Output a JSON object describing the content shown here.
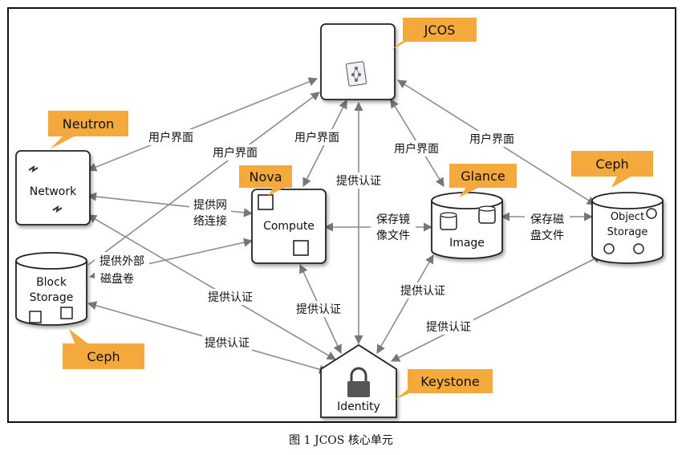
{
  "caption": "图 1  JCOS 核心单元",
  "nodes": {
    "jcos": {
      "tag": "JCOS",
      "label": ""
    },
    "network": {
      "tag": "Neutron",
      "label": "Network"
    },
    "compute": {
      "tag": "Nova",
      "label": "Compute"
    },
    "image": {
      "tag": "Glance",
      "label": "Image"
    },
    "object": {
      "tag": "Ceph",
      "label_line1": "Object",
      "label_line2": "Storage"
    },
    "block": {
      "tag": "Ceph",
      "label_line1": "Block",
      "label_line2": "Storage"
    },
    "identity": {
      "tag": "Keystone",
      "label": "Identity"
    }
  },
  "edge_labels": {
    "ui_network": "用户界面",
    "ui_block": "用户界面",
    "ui_compute": "用户界面",
    "ui_image": "用户界面",
    "ui_object": "用户界面",
    "auth_jcos": "提供认证",
    "net_conn_1": "提供网",
    "net_conn_2": "络连接",
    "img_store_1": "保存镜",
    "img_store_2": "像文件",
    "disk_store_1": "保存磁",
    "disk_store_2": "盘文件",
    "ext_disk_1": "提供外部",
    "ext_disk_2": "磁盘卷",
    "auth_network": "提供认证",
    "auth_compute": "提供认证",
    "auth_image": "提供认证",
    "auth_block": "提供认证",
    "auth_object": "提供认证"
  },
  "colors": {
    "tag_fill": "#f3a93c",
    "line": "#8a8a8a",
    "border": "#222222"
  }
}
